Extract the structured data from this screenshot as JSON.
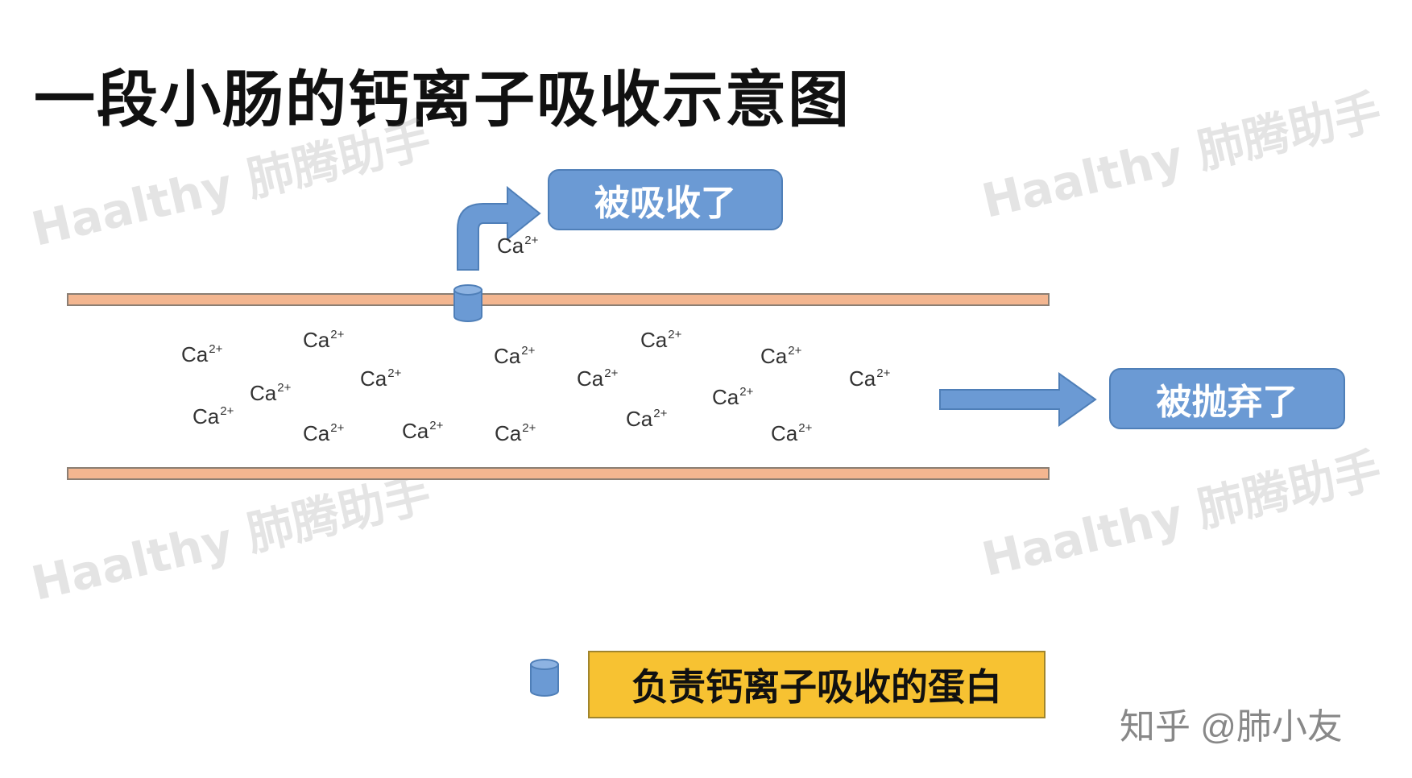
{
  "title": "一段小肠的钙离子吸收示意图",
  "watermark": "Haalthy 肺腾助手",
  "ion": {
    "symbol": "Ca",
    "charge": "2+"
  },
  "labels": {
    "absorbed": "被吸收了",
    "discarded": "被抛弃了",
    "legend": "负责钙离子吸收的蛋白"
  },
  "credit": "知乎 @肺小友",
  "colors": {
    "membrane": "#f3b690",
    "arrow": "#6b9ad4",
    "legend_fill": "#f7c232",
    "channel": "#6b9ad4"
  },
  "icons": {
    "channel": "cylinder-icon"
  }
}
